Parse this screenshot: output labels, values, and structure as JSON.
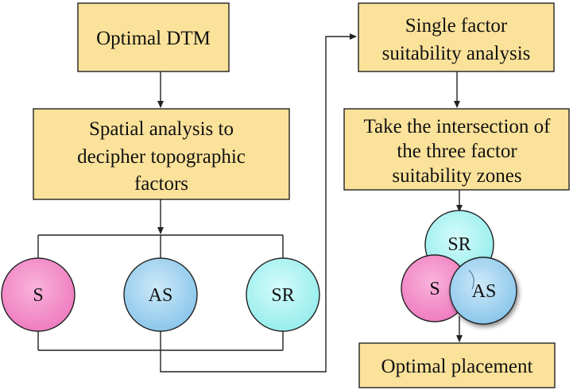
{
  "boxes": {
    "optimal_dtm": "Optimal DTM",
    "spatial_analysis": [
      "Spatial analysis to",
      "decipher topographic",
      "factors"
    ],
    "single_factor": [
      "Single factor",
      "suitability analysis"
    ],
    "intersection": [
      "Take the intersection of",
      "the three factor",
      "suitability zones"
    ],
    "optimal_placement": "Optimal placement"
  },
  "factors": {
    "s": "S",
    "as": "AS",
    "sr": "SR"
  },
  "colors": {
    "box_fill": "#fbe29a",
    "pink": "#f48cc8",
    "blue": "#9fd2ef",
    "cyan": "#a8f3f3"
  }
}
